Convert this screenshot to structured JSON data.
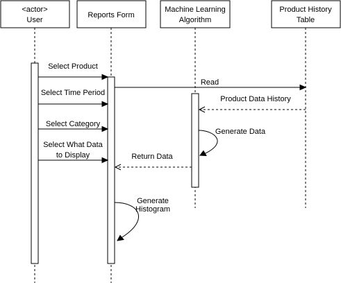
{
  "participants": [
    {
      "id": "user",
      "lines": [
        "<actor>",
        "User"
      ]
    },
    {
      "id": "reports_form",
      "lines": [
        "Reports Form"
      ]
    },
    {
      "id": "ml_algorithm",
      "lines": [
        "Machine Learning",
        "Algorithm"
      ]
    },
    {
      "id": "product_history",
      "lines": [
        "Product History",
        "Table"
      ]
    }
  ],
  "messages": [
    {
      "id": "select_product",
      "from": "user",
      "to": "reports_form",
      "lines": [
        "Select Product"
      ],
      "style": "solid"
    },
    {
      "id": "read",
      "from": "reports_form",
      "to": "product_history",
      "lines": [
        "Read"
      ],
      "style": "solid"
    },
    {
      "id": "select_time_period",
      "from": "user",
      "to": "reports_form",
      "lines": [
        "Select Time Period"
      ],
      "style": "solid"
    },
    {
      "id": "product_data_history",
      "from": "product_history",
      "to": "ml_algorithm",
      "lines": [
        "Product Data History"
      ],
      "style": "dashed"
    },
    {
      "id": "select_category",
      "from": "user",
      "to": "reports_form",
      "lines": [
        "Select Category"
      ],
      "style": "solid"
    },
    {
      "id": "generate_data",
      "from": "ml_algorithm",
      "to": "ml_algorithm",
      "lines": [
        "Generate Data"
      ],
      "style": "self"
    },
    {
      "id": "select_what_data",
      "from": "user",
      "to": "reports_form",
      "lines": [
        "Select What Data",
        "to Display"
      ],
      "style": "solid"
    },
    {
      "id": "return_data",
      "from": "ml_algorithm",
      "to": "reports_form",
      "lines": [
        "Return Data"
      ],
      "style": "dashed"
    },
    {
      "id": "generate_histogram",
      "from": "reports_form",
      "to": "reports_form",
      "lines": [
        "Generate",
        "Histogram"
      ],
      "style": "self"
    }
  ]
}
